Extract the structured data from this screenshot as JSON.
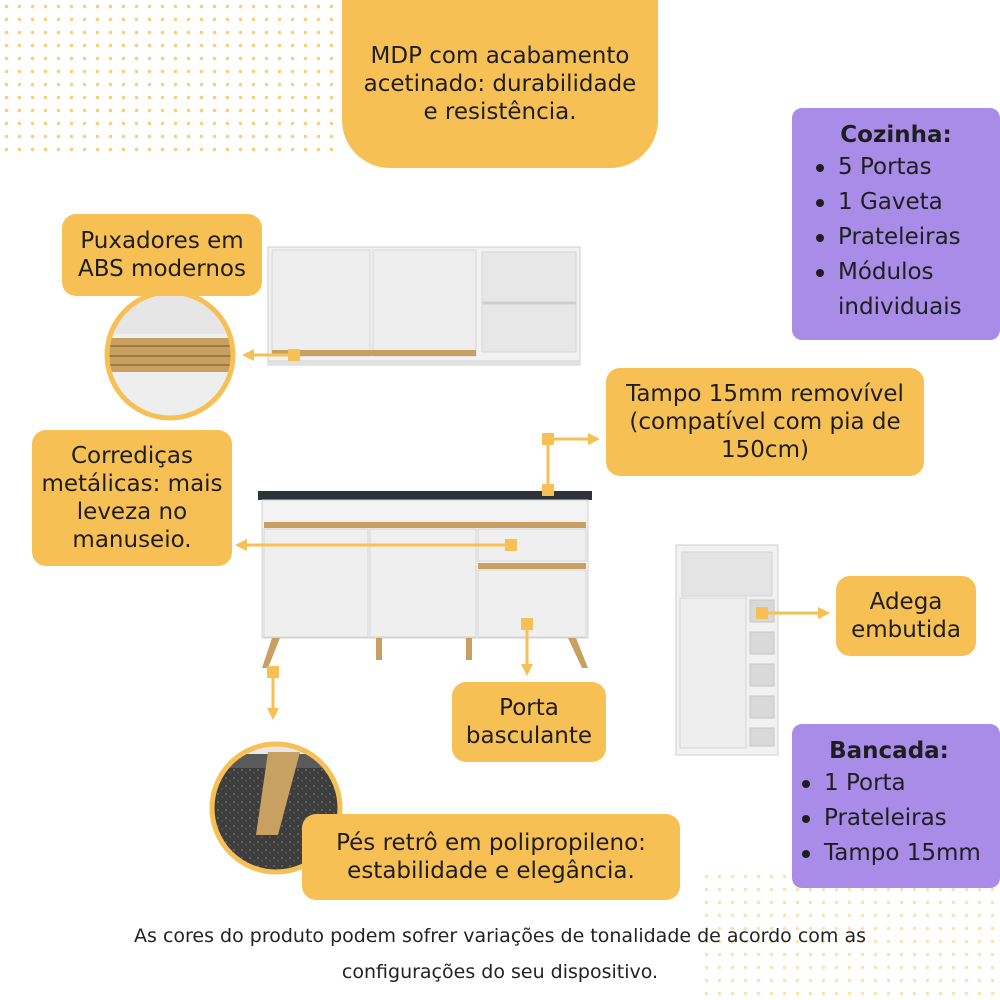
{
  "callouts": {
    "mdp": [
      "MDP com acabamento",
      "acetinado: durabilidade",
      "e resistência."
    ],
    "puxadores": [
      "Puxadores em",
      "ABS modernos"
    ],
    "tampo": [
      "Tampo 15mm removível",
      "(compatível com pia de",
      "150cm)"
    ],
    "corredicas": [
      "Corrediças",
      "metálicas: mais",
      "leveza no",
      "manuseio."
    ],
    "adega": [
      "Adega",
      "embutida"
    ],
    "porta": [
      "Porta",
      "basculante"
    ],
    "pes": [
      "Pés retrô em polipropileno:",
      "estabilidade e elegância."
    ]
  },
  "cozinha": {
    "title": "Cozinha:",
    "items": [
      "5 Portas",
      "1 Gaveta",
      "Prateleiras",
      "Módulos",
      "individuais"
    ]
  },
  "bancada": {
    "title": "Bancada:",
    "items": [
      "1 Porta",
      "Prateleiras",
      "Tampo 15mm"
    ]
  },
  "footer": [
    "As cores do produto podem sofrer variações de tonalidade de acordo com as",
    "configurações do seu dispositivo."
  ],
  "colors": {
    "callout": "#f7c054",
    "spec_box": "#a98ce8",
    "wood": "#c8a062",
    "cabinet": "#f2f2f2"
  }
}
